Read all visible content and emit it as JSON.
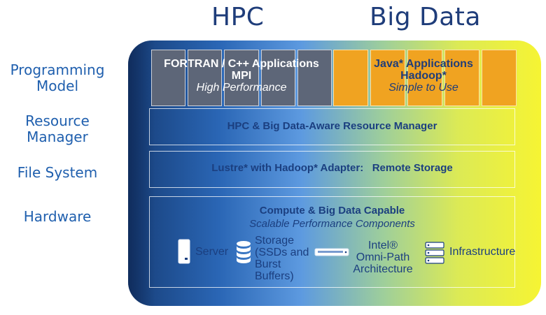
{
  "columns": {
    "hpc": "HPC",
    "big_data": "Big Data"
  },
  "rows": {
    "programming_model": [
      "Programming",
      "Model"
    ],
    "resource_manager": [
      "Resource",
      "Manager"
    ],
    "file_system": "File System",
    "hardware": "Hardware"
  },
  "programming_model": {
    "hpc": {
      "line1": "FORTRAN / C++ Applications",
      "line2": "MPI",
      "tagline": "High Performance"
    },
    "big_data": {
      "line1": "Java* Applications",
      "line2": "Hadoop*",
      "tagline": "Simple to Use"
    }
  },
  "resource_manager": "HPC & Big Data-Aware Resource Manager",
  "file_system": {
    "left": "Lustre* with Hadoop* Adapter:",
    "right": "Remote Storage"
  },
  "hardware": {
    "title": "Compute & Big Data Capable",
    "subtitle": "Scalable Performance Components",
    "components": {
      "server": "Server",
      "storage": [
        "Storage",
        "(SSDs and",
        "Burst",
        "Buffers)"
      ],
      "fabric": [
        "Intel®",
        "Omni-Path",
        "Architecture"
      ],
      "infrastructure": "Infrastructure"
    },
    "icons": [
      "server-icon",
      "database-icon",
      "network-switch-icon",
      "rack-stack-icon"
    ]
  },
  "colors": {
    "heading": "#1f3d7a",
    "row_label": "#1f5fae",
    "hpc_tile": "#5d6678",
    "big_data_tile": "#f0a321",
    "gradient_left": "#173e78",
    "gradient_right": "#f6f433"
  }
}
